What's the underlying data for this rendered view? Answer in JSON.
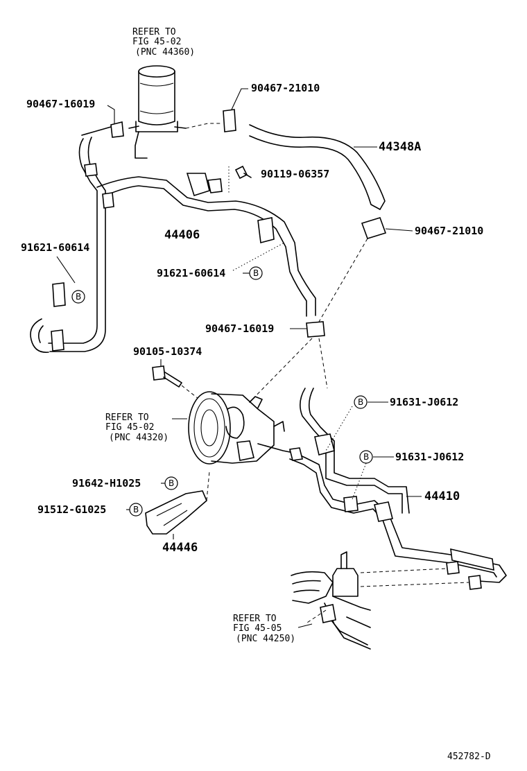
{
  "refs": {
    "reservoir": {
      "line1": "REFER TO",
      "line2": "FIG 45-02",
      "line3": "(PNC 44360)"
    },
    "pump": {
      "line1": "REFER TO",
      "line2": "FIG 45-02",
      "line3": "(PNC 44320)"
    },
    "gear": {
      "line1": "REFER TO",
      "line2": "FIG 45-05",
      "line3": "(PNC 44250)"
    }
  },
  "labels": {
    "p90467_16019_top": "90467-16019",
    "p90467_21010_top": "90467-21010",
    "p44348A": "44348A",
    "p90119_06357": "90119-06357",
    "p44406": "44406",
    "p90467_21010_mid": "90467-21010",
    "p91621_60614_left": "91621-60614",
    "p91621_60614_mid": "91621-60614",
    "p90467_16019_mid": "90467-16019",
    "p90105_10374": "90105-10374",
    "p91631_J0612_a": "91631-J0612",
    "p91631_J0612_b": "91631-J0612",
    "p91642_H1025": "91642-H1025",
    "p91512_G1025": "91512-G1025",
    "p44410": "44410",
    "p44446": "44446",
    "figure_id": "452782-D"
  },
  "badge": "B"
}
